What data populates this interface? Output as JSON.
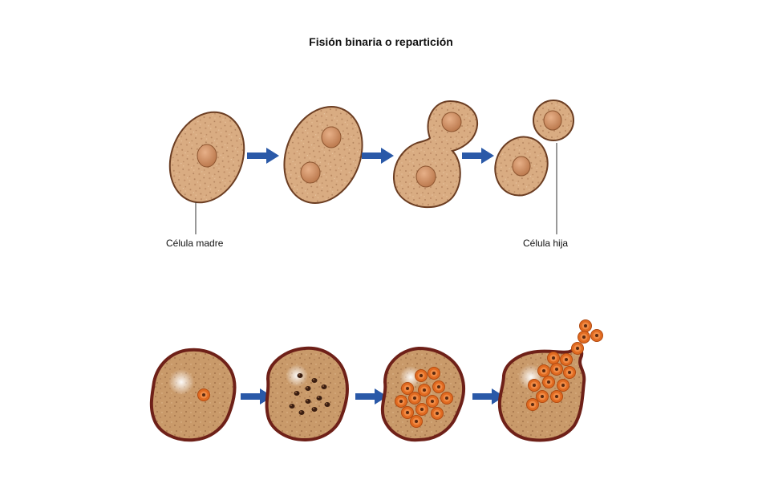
{
  "title": "Fisión binaria o repartición",
  "labels": {
    "mother_cell": "Célula madre",
    "daughter_cell": "Célula hija"
  },
  "colors": {
    "cytoplasm": "#d9ac82",
    "membrane": "#6b3d22",
    "nucleus": "#c98a5c",
    "arrow": "#2a59a8",
    "spore": "#e06a20",
    "dark_granule": "#3a1d10"
  }
}
